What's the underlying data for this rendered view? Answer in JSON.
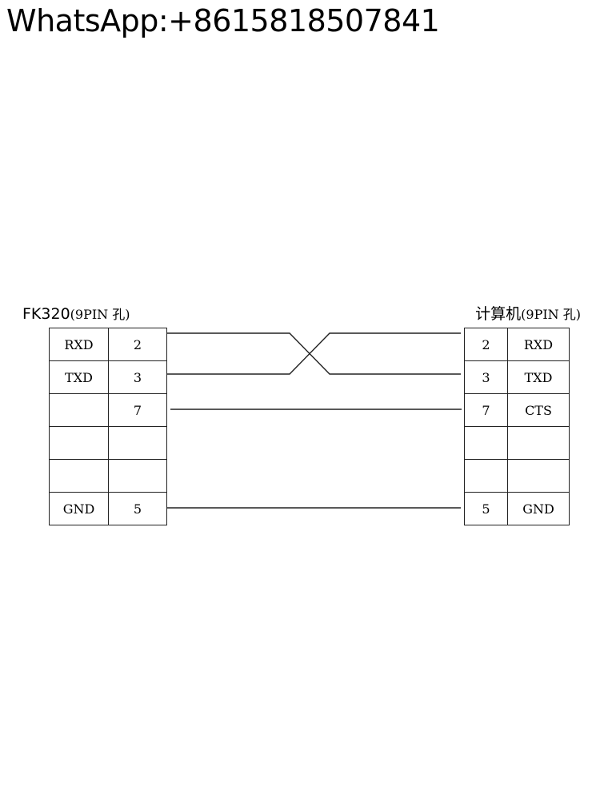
{
  "watermark": "WhatsApp:+8615818507841",
  "left_connector": {
    "name": "FK320",
    "spec": "(9PIN 孔)",
    "rows": [
      {
        "signal": "RXD",
        "pin": "2"
      },
      {
        "signal": "TXD",
        "pin": "3"
      },
      {
        "signal": "",
        "pin": "7"
      },
      {
        "signal": "",
        "pin": ""
      },
      {
        "signal": "",
        "pin": ""
      },
      {
        "signal": "GND",
        "pin": "5"
      }
    ]
  },
  "right_connector": {
    "name": "计算机",
    "spec": "(9PIN 孔)",
    "rows": [
      {
        "pin": "2",
        "signal": "RXD"
      },
      {
        "pin": "3",
        "signal": "TXD"
      },
      {
        "pin": "7",
        "signal": "CTS"
      },
      {
        "pin": "",
        "signal": ""
      },
      {
        "pin": "",
        "signal": ""
      },
      {
        "pin": "5",
        "signal": "GND"
      }
    ]
  },
  "wires": [
    {
      "from": "2",
      "to": "3",
      "crossed": true
    },
    {
      "from": "3",
      "to": "2",
      "crossed": true
    },
    {
      "from": "7",
      "to": "7",
      "crossed": false
    },
    {
      "from": "5",
      "to": "5",
      "crossed": false
    }
  ],
  "colors": {
    "line": "#222222",
    "background": "#ffffff"
  }
}
